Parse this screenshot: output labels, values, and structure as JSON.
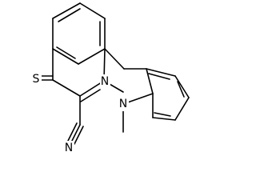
{
  "structure": {
    "atoms": {
      "S": "S",
      "N1": "N",
      "N2": "N",
      "N3": "N"
    },
    "colors": {
      "bond": "#000000",
      "label": "#000000",
      "background": "#ffffff"
    }
  }
}
